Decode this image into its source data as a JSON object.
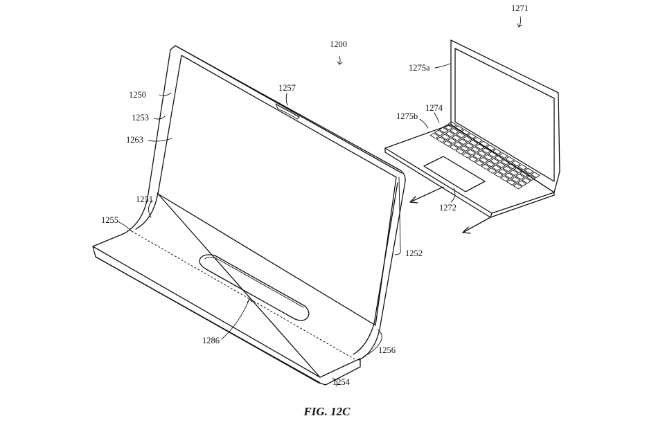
{
  "figure": {
    "caption": "FIG. 12C",
    "labels": {
      "l1200": "1200",
      "l1271": "1271",
      "l1250": "1250",
      "l1253": "1253",
      "l1263": "1263",
      "l1257": "1257",
      "l1251": "1251",
      "l1255": "1255",
      "l1252": "1252",
      "l1256": "1256",
      "l1254": "1254",
      "l1286": "1286",
      "l1275a": "1275a",
      "l1275b": "1275b",
      "l1274": "1274",
      "l1272": "1272"
    }
  }
}
